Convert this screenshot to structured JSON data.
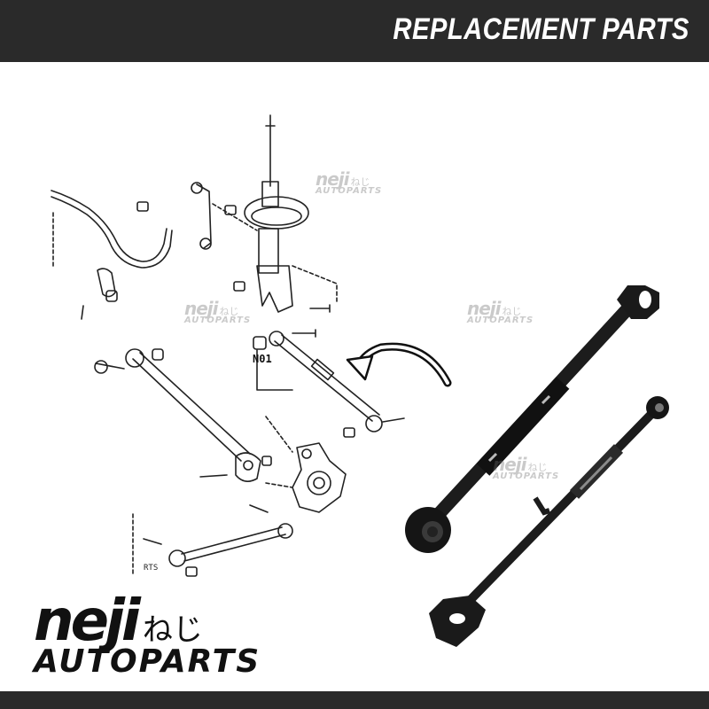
{
  "banner": {
    "title": "REPLACEMENT PARTS"
  },
  "diagram": {
    "part_label": "N01",
    "corner_label": "RTS"
  },
  "watermark": {
    "brand": "neji",
    "kana": "ねじ",
    "sub": "AUTOPARTS"
  },
  "logo": {
    "brand": "neji",
    "kana": "ねじ",
    "sub": "AUTOPARTS"
  },
  "colors": {
    "banner": "#2a2a2a",
    "arm": "#1c1c1c",
    "line": "#222222"
  },
  "icons": [
    "curved-arrow-icon"
  ]
}
